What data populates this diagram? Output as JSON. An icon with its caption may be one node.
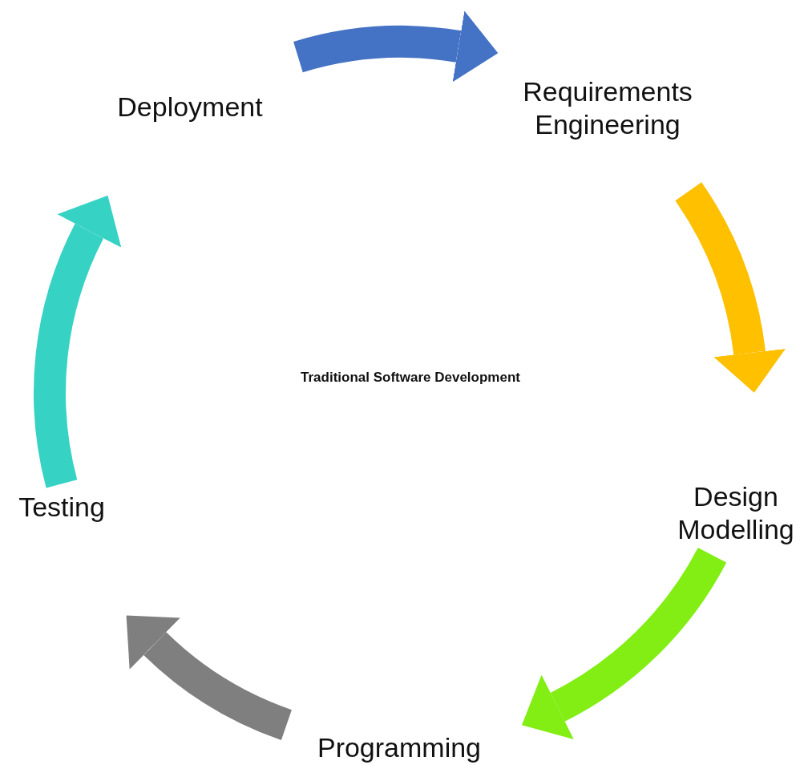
{
  "diagram": {
    "title": "Traditional Software Development",
    "nodes": [
      {
        "text": [
          "Deployment"
        ]
      },
      {
        "text": [
          "Requirements Engineering"
        ]
      },
      {
        "text": [
          "Design Modelling"
        ]
      },
      {
        "text": [
          "Programming"
        ]
      },
      {
        "text": [
          "Testing"
        ]
      }
    ],
    "edges": [
      {
        "from": 0,
        "to": 1,
        "arrow": "to",
        "color": "#4472c4"
      },
      {
        "from": 1,
        "to": 2,
        "arrow": "to",
        "color": "#ffc000"
      },
      {
        "from": 2,
        "to": 3,
        "arrow": "to",
        "color": "#82ee14"
      },
      {
        "from": 3,
        "to": 4,
        "arrow": "to",
        "color": "#7f7f7f"
      },
      {
        "from": 4,
        "to": 0,
        "arrow": "to",
        "color": "#36d2c4"
      }
    ]
  }
}
